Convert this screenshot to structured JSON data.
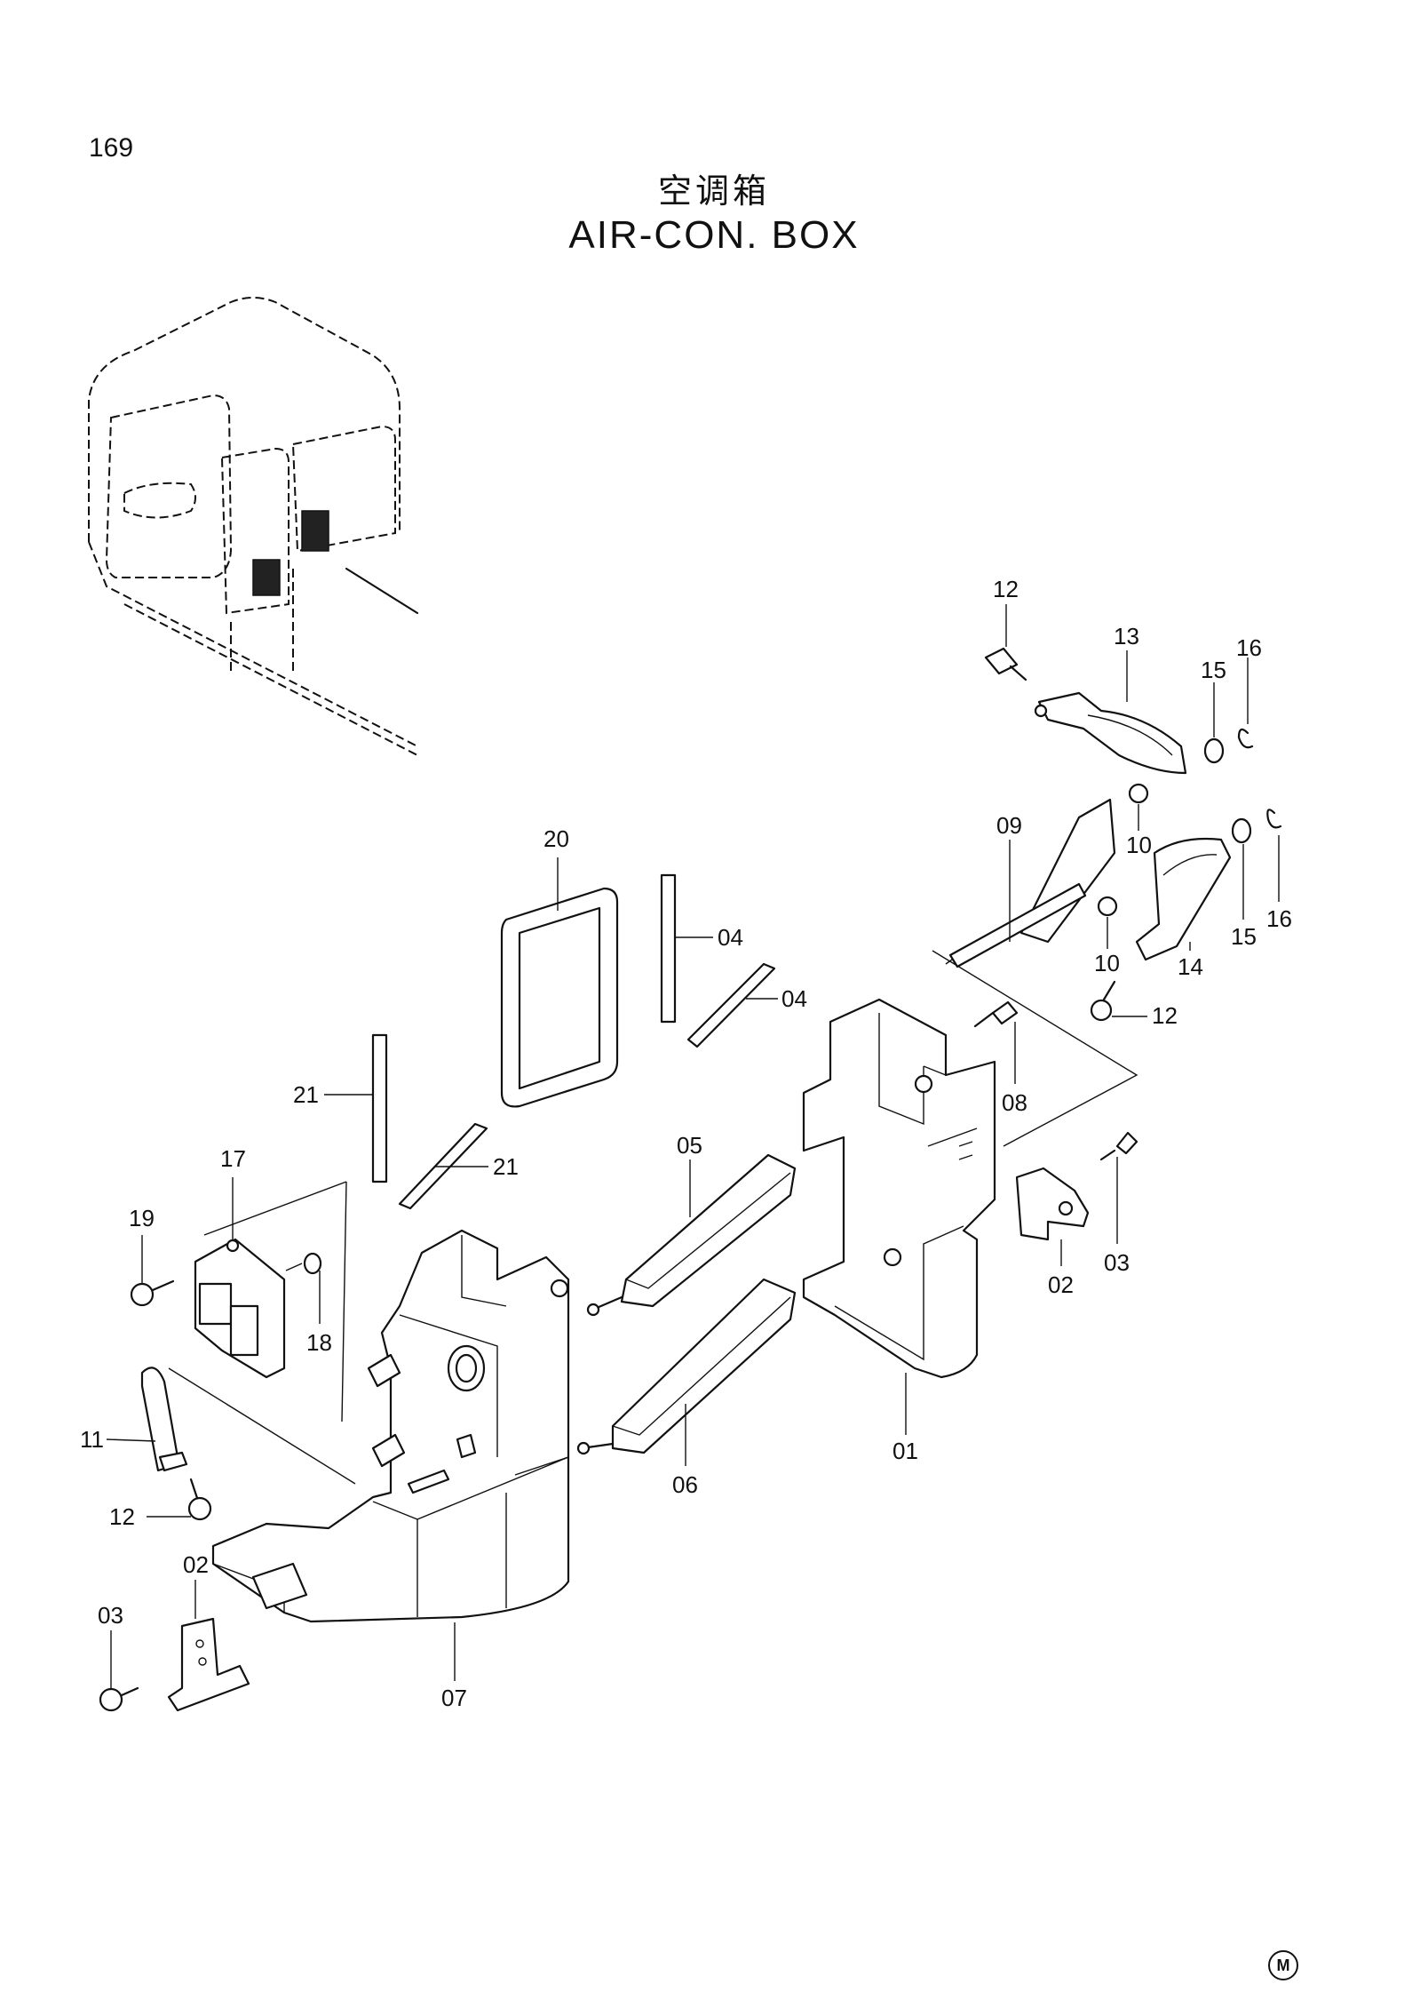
{
  "page_number": "169",
  "title_cn": "空调箱",
  "title_en": "AIR-CON. BOX",
  "corner_mark": "M",
  "callouts": [
    "12",
    "13",
    "15",
    "16",
    "09",
    "10",
    "16",
    "15",
    "10",
    "14",
    "12",
    "20",
    "04",
    "04",
    "08",
    "21",
    "21",
    "05",
    "17",
    "19",
    "18",
    "03",
    "02",
    "11",
    "01",
    "06",
    "12",
    "02",
    "03",
    "07"
  ]
}
